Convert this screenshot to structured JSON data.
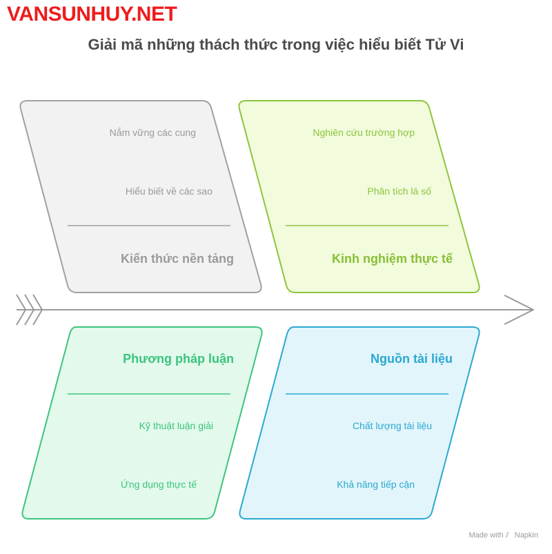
{
  "watermark": "VANSUNHUY.NET",
  "title": "Giải mã những thách thức trong việc hiểu biết Tử Vi",
  "colors": {
    "gray": "#a0a0a0",
    "gray_fill": "#f2f2f2",
    "lime": "#8cc43c",
    "lime_fill": "#f2fbdc",
    "green": "#3cc47c",
    "green_fill": "#e2f9ec",
    "blue": "#2aa8d0",
    "blue_fill": "#e2f5fb"
  },
  "sections": {
    "foundation": {
      "heading": "Kiến thức nền tảng",
      "items": [
        "Nắm vững các cung",
        "Hiểu biết về các sao"
      ]
    },
    "experience": {
      "heading": "Kinh nghiệm thực tế",
      "items": [
        "Nghiên cứu trường hợp",
        "Phân tích lá số"
      ]
    },
    "methodology": {
      "heading": "Phương pháp luận",
      "items": [
        "Kỹ thuật luận giải",
        "Ứng dụng thực tế"
      ]
    },
    "resources": {
      "heading": "Nguồn tài liệu",
      "items": [
        "Chất lượng tài liệu",
        "Khả năng tiếp cận"
      ]
    }
  },
  "credit": {
    "text": "Made with",
    "brand": "Napkin",
    "logo_icon": "napkin-logo-icon"
  }
}
